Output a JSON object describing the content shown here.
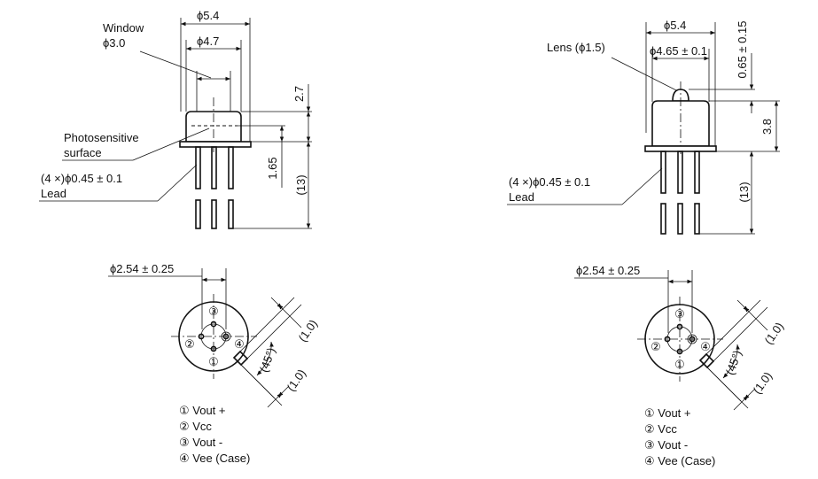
{
  "left": {
    "window_label": "Window",
    "window_dia": "ϕ3.0",
    "dia_outer": "ϕ5.4",
    "dia_inner": "ϕ4.7",
    "height_top": "2.7",
    "photosensitive_label_1": "Photosensitive",
    "photosensitive_label_2": "surface",
    "surface_height": "1.65",
    "lead_length": "(13)",
    "lead_spec": "(4 ×)ϕ0.45 ± 0.1",
    "lead_label": "Lead",
    "pitch_dia": "ϕ2.54 ± 0.25",
    "tab_width_1": "(1.0)",
    "tab_angle": "(45°)",
    "tab_width_2": "(1.0)"
  },
  "right": {
    "lens_label": "Lens (ϕ1.5)",
    "dia_outer": "ϕ5.4",
    "dia_inner": "ϕ4.65 ± 0.1",
    "lens_height": "0.65 ± 0.15",
    "cap_height": "3.8",
    "lead_spec": "(4 ×)ϕ0.45 ± 0.1",
    "lead_label": "Lead",
    "lead_length": "(13)",
    "pitch_dia": "ϕ2.54 ± 0.25",
    "tab_width_1": "(1.0)",
    "tab_angle": "(45°)",
    "tab_width_2": "(1.0)"
  },
  "pins": {
    "numbers": [
      "①",
      "②",
      "③",
      "④"
    ],
    "legend": [
      "① Vout +",
      "② Vcc",
      "③ Vout -",
      "④ Vee (Case)"
    ]
  }
}
